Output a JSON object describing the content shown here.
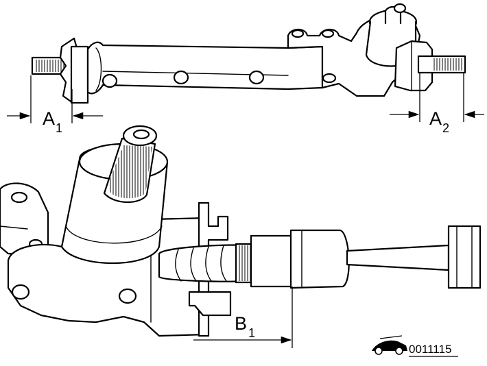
{
  "labels": {
    "a1": {
      "main": "A",
      "sub": "1"
    },
    "a2": {
      "main": "A",
      "sub": "2"
    },
    "b1": {
      "main": "B",
      "sub": "1"
    }
  },
  "figure_code": "0011115",
  "colors": {
    "ink": "#000000",
    "paper": "#ffffff"
  },
  "icons": {
    "car_logo": "car-logo-icon"
  }
}
